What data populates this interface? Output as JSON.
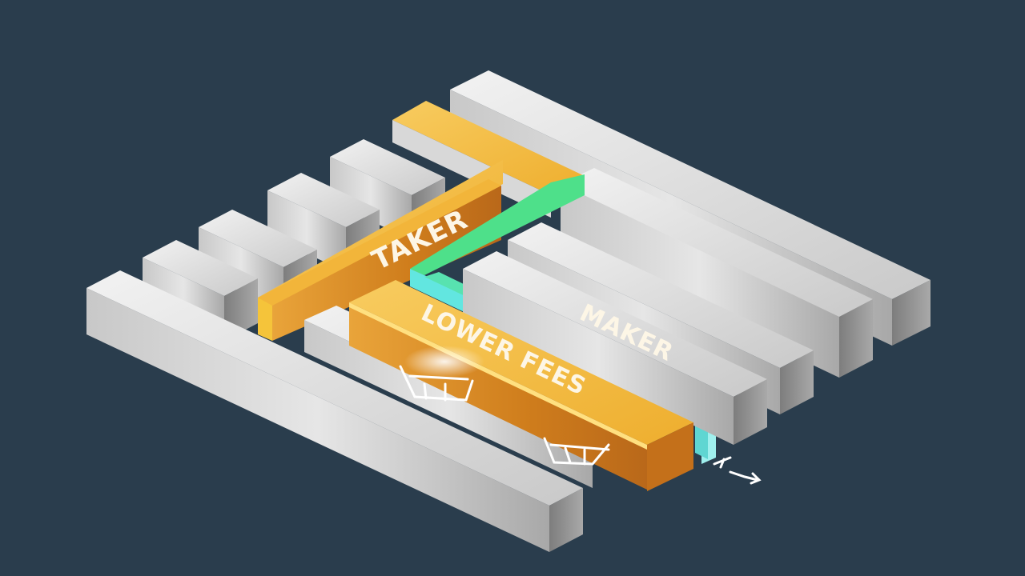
{
  "illustration": {
    "background_color": "#2a3d4d",
    "labels": {
      "taker": "TAKER",
      "lower_fees": "LOWER FEES",
      "maker": "MAKER"
    },
    "colors": {
      "metal_top": "#e2e2e2",
      "metal_front": "#b8b8b8",
      "metal_side": "#8d8d8d",
      "gold_top": "#f5c04a",
      "gold_front": "#d98a1c",
      "gold_side": "#c4701a",
      "green_top": "#4ee08a",
      "cyan_top": "#62e6e0",
      "cyan_side": "#9ff0ee"
    },
    "icons": [
      "cart-sketch-icon",
      "cart-sketch-icon",
      "arrow-sketch-icon"
    ]
  }
}
